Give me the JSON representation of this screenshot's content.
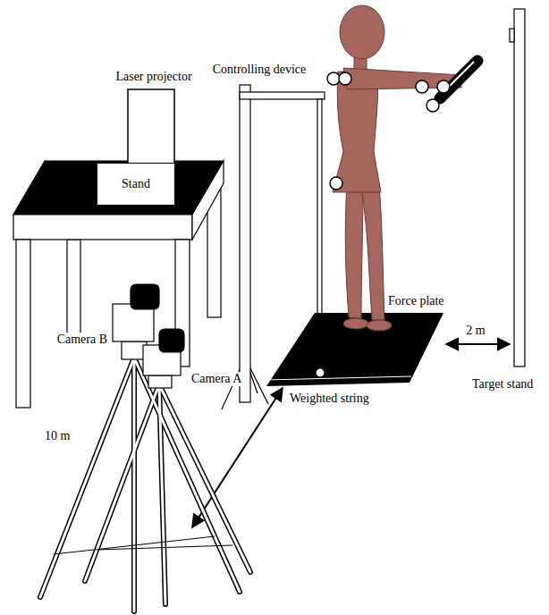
{
  "diagram": {
    "nodes": [
      {
        "text": [
          "Stand"
        ]
      }
    ],
    "labels": [
      "Laser projector",
      "Controlling device",
      "Force plate",
      "Camera B",
      "Camera A",
      "Weighted string",
      "10 m",
      "2 m",
      "Target stand"
    ]
  }
}
